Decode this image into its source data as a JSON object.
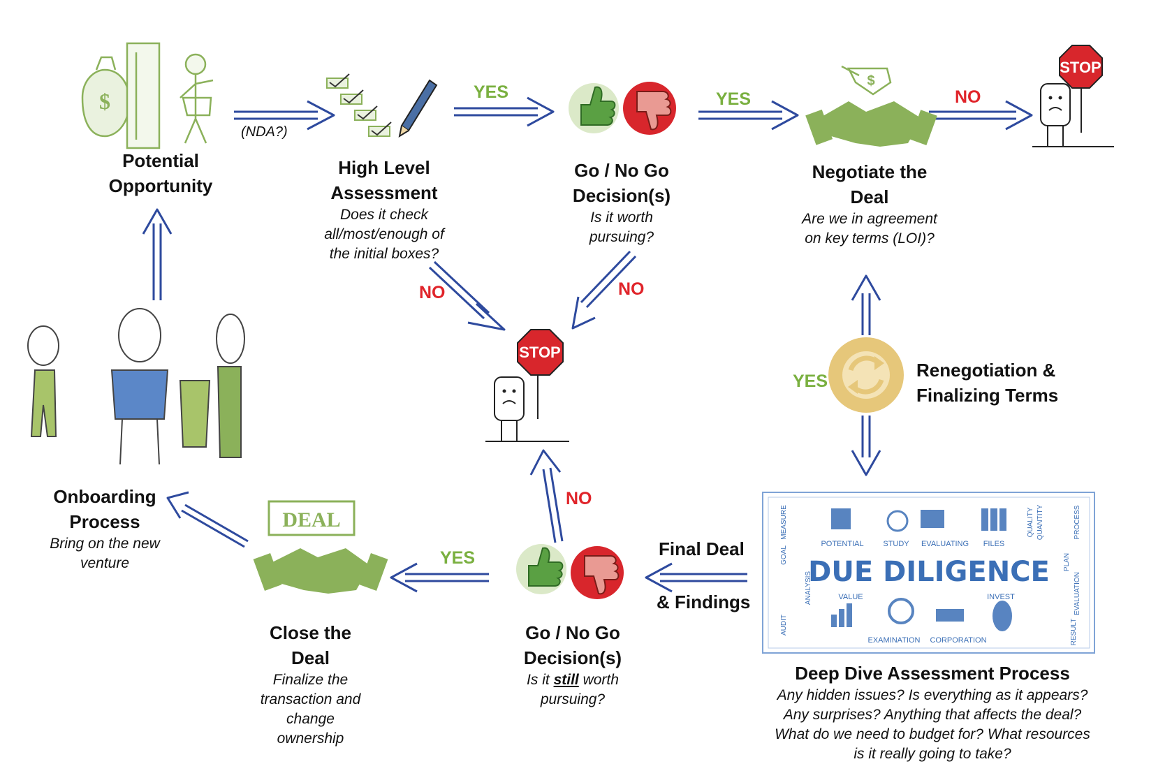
{
  "colors": {
    "arrow": "#2e4a9e",
    "yes": "#7ab040",
    "no": "#e0242a",
    "sketch_green": "#8bb15a",
    "stop_red": "#d8262c",
    "renegotiate_gold": "#e6c77a",
    "due_diligence_blue": "#3b6fb6"
  },
  "nodes": {
    "potential": {
      "title": "Potential Opportunity"
    },
    "high_level": {
      "title": "High Level Assessment",
      "subtitle": "Does it check all/most/enough of the initial boxes?"
    },
    "go_no_go_1": {
      "title": "Go / No Go Decision(s)",
      "subtitle": "Is it worth pursuing?"
    },
    "negotiate": {
      "title": "Negotiate the Deal",
      "subtitle": "Are we in agreement on key terms (LOI)?"
    },
    "renegotiation": {
      "title": "Renegotiation & Finalizing Terms"
    },
    "deep_dive": {
      "title": "Deep Dive Assessment Process",
      "subtitle": "Any hidden issues? Is everything as it appears? Any surprises? Anything that affects the deal? What do we need to budget for? What resources is it really going to take?"
    },
    "go_no_go_2": {
      "title": "Go / No Go Decision(s)",
      "subtitle_pre": "Is it ",
      "subtitle_em": "still",
      "subtitle_post": " worth pursuing?"
    },
    "close": {
      "title": "Close the Deal",
      "subtitle": "Finalize the transaction and change ownership"
    },
    "onboarding": {
      "title": "Onboarding Process",
      "subtitle": "Bring on the new venture"
    }
  },
  "edge_labels": {
    "nda": "(NDA?)",
    "yes": "YES",
    "no": "NO",
    "final_deal_line1": "Final Deal",
    "final_deal_line2": "& Findings"
  },
  "illustrations": {
    "stop_sign_text": "STOP",
    "deal_sign_text": "DEAL",
    "price_tag_text": "$",
    "money_bag_text": "$",
    "due_diligence": {
      "headline": "DUE DILIGENCE",
      "top_words": [
        "POTENTIAL",
        "STUDY",
        "EVALUATING",
        "FILES"
      ],
      "bottom_words": [
        "VALUE",
        "INVEST",
        "EXAMINATION",
        "CORPORATION"
      ],
      "left_words": [
        "MEASURE",
        "GOAL",
        "ANALYSIS",
        "AUDIT"
      ],
      "right_words": [
        "QUALITY",
        "QUANTITY",
        "PROCESS",
        "PLAN",
        "EVALUATION",
        "RESULT"
      ]
    }
  }
}
